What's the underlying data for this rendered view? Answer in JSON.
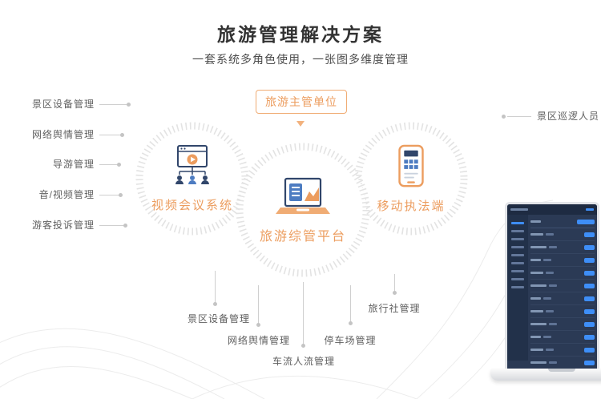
{
  "page": {
    "title": "旅游管理解决方案",
    "subtitle": "一套系统多角色使用，一张图多维度管理"
  },
  "authority_box": {
    "label": "旅游主管单位"
  },
  "nodes": {
    "video_conference": {
      "label": "视频会议系统"
    },
    "platform": {
      "label": "旅游综管平台"
    },
    "mobile_enforcement": {
      "label": "移动执法端"
    }
  },
  "left_labels": [
    "景区设备管理",
    "网络舆情管理",
    "导游管理",
    "音/视频管理",
    "游客投诉管理"
  ],
  "right_labels": [
    "景区巡逻人员"
  ],
  "bottom_labels": [
    "景区设备管理",
    "网络舆情管理",
    "车流人流管理",
    "停车场管理",
    "旅行社管理"
  ],
  "icons": {
    "authority_arrow": "down-arrow-icon",
    "video_conference": "video-conference-icon",
    "platform": "laptop-chart-icon",
    "mobile_enforcement": "mobile-device-icon",
    "laptop_mockup": "laptop-dashboard-mockup"
  },
  "colors": {
    "accent": "#EC9D5F",
    "accent_light": "#F0AC74",
    "navy": "#31466B",
    "blue": "#4D7CC1",
    "ring": "#E3E3E3",
    "connector_line": "#CFCFCF",
    "connector_dot": "#C4C4C4",
    "title_text": "#333333",
    "label_text": "#5F5F5F",
    "screen_bg": "#2B3A55"
  }
}
